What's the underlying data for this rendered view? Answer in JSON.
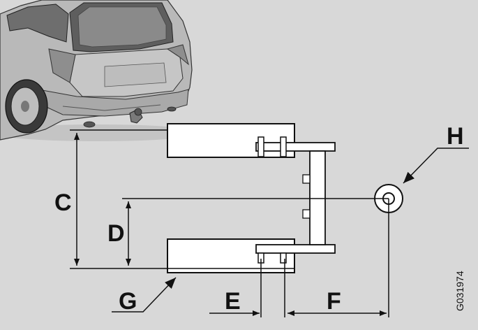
{
  "labels": {
    "c": "C",
    "d": "D",
    "e": "E",
    "f": "F",
    "g": "G",
    "h": "H"
  },
  "figure_code": "G031974",
  "colors": {
    "background": "#d8d8d8",
    "beam_fill": "#ffffff",
    "line": "#111111",
    "car_body": "#b9b9b9"
  }
}
